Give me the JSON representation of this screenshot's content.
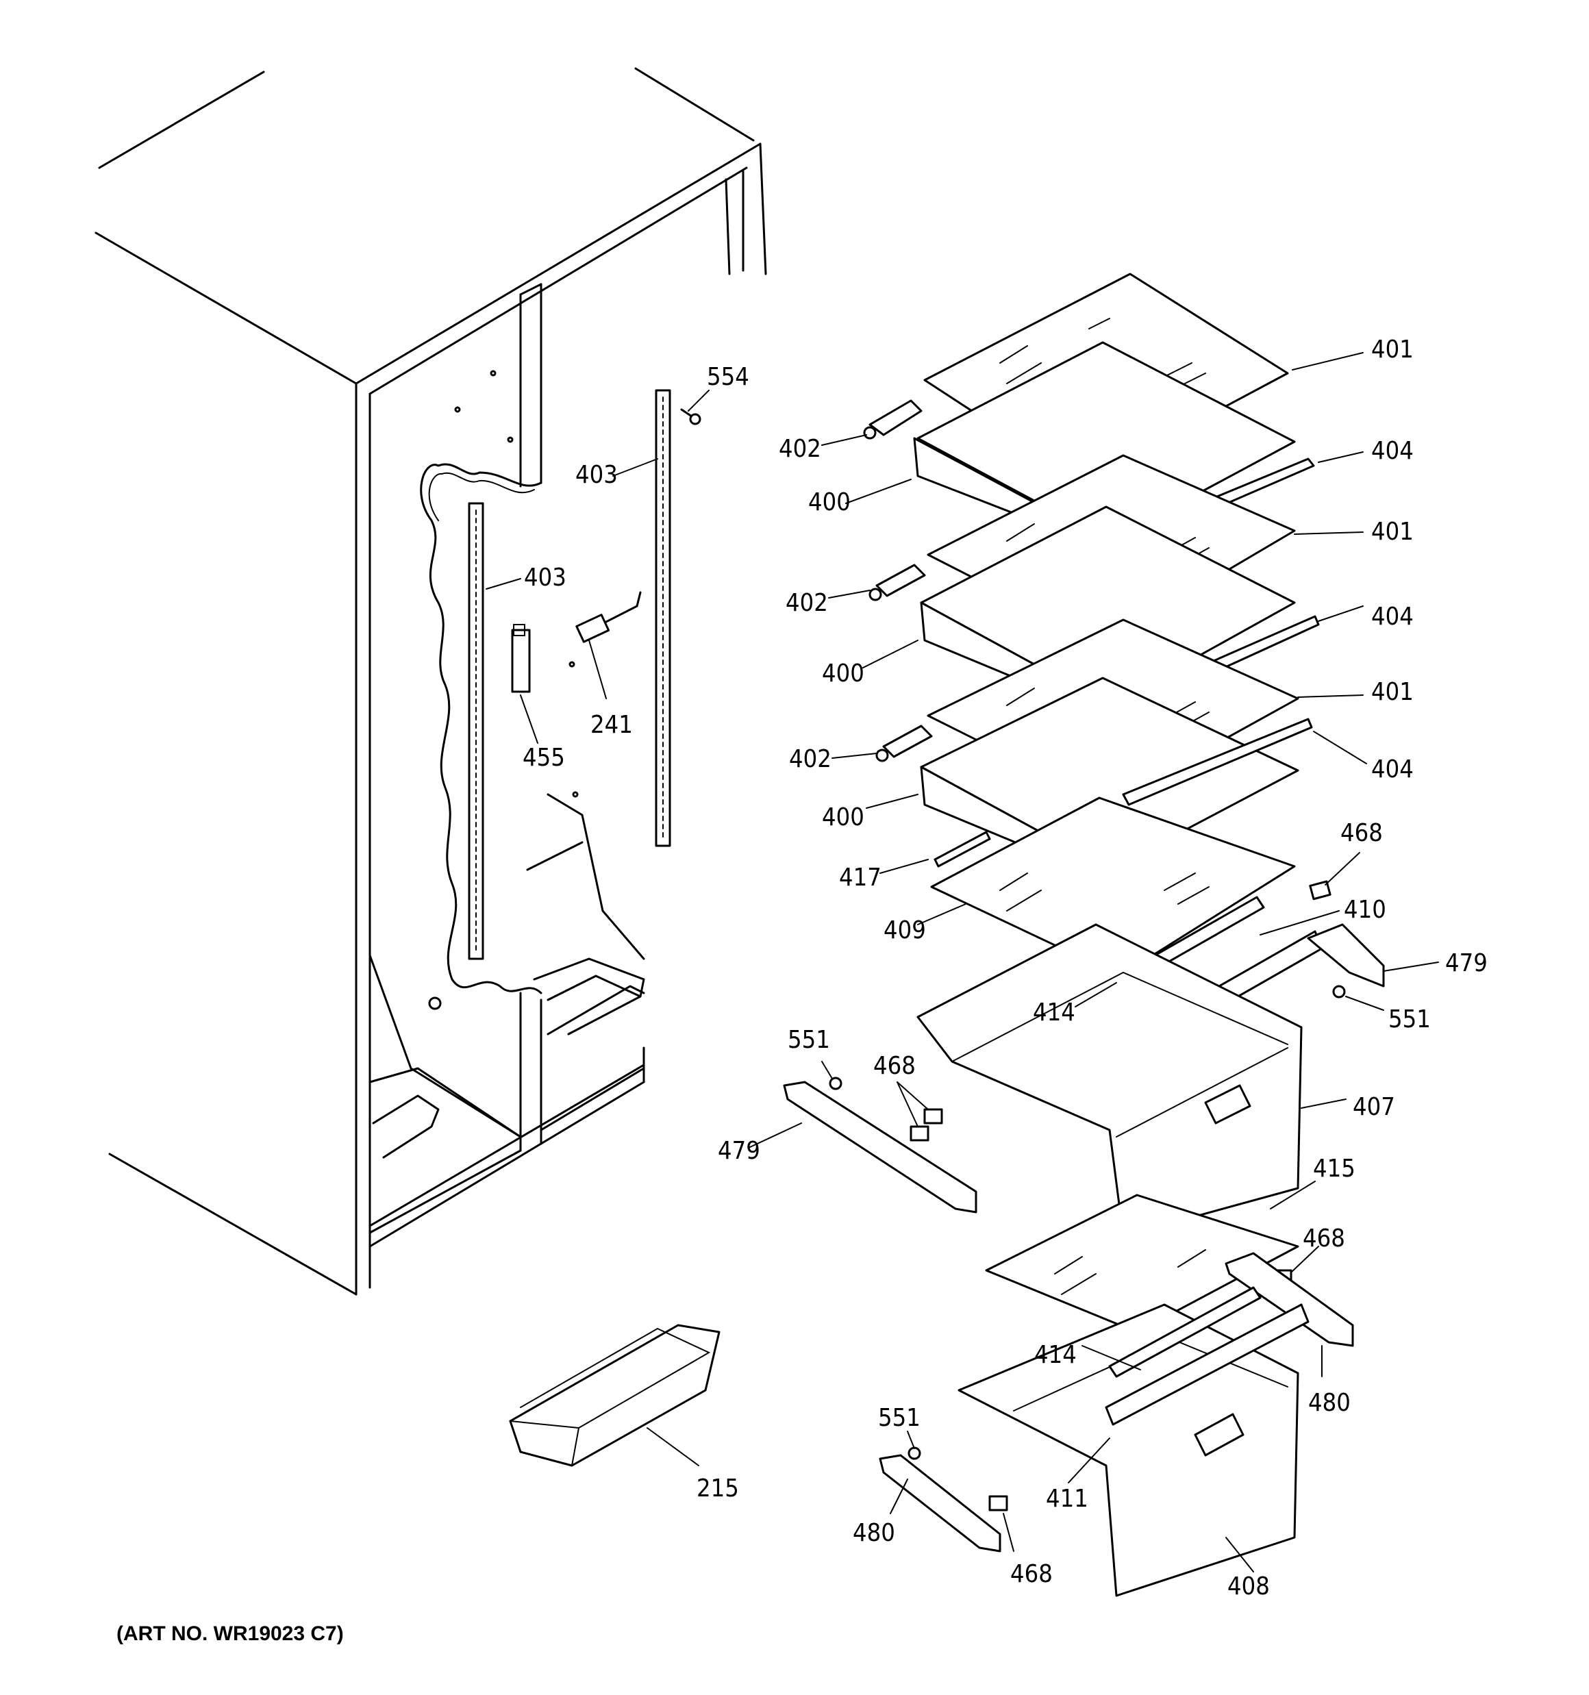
{
  "art_number": "(ART NO. WR19023 C7)",
  "callouts": [
    {
      "id": "401a",
      "text": "401"
    },
    {
      "id": "402a",
      "text": "402"
    },
    {
      "id": "400a",
      "text": "400"
    },
    {
      "id": "404a",
      "text": "404"
    },
    {
      "id": "401b",
      "text": "401"
    },
    {
      "id": "402b",
      "text": "402"
    },
    {
      "id": "400b",
      "text": "400"
    },
    {
      "id": "404b",
      "text": "404"
    },
    {
      "id": "401c",
      "text": "401"
    },
    {
      "id": "402c",
      "text": "402"
    },
    {
      "id": "404c",
      "text": "404"
    },
    {
      "id": "400c",
      "text": "400"
    },
    {
      "id": "468a",
      "text": "468"
    },
    {
      "id": "417",
      "text": "417"
    },
    {
      "id": "410",
      "text": "410"
    },
    {
      "id": "409",
      "text": "409"
    },
    {
      "id": "479a",
      "text": "479"
    },
    {
      "id": "414a",
      "text": "414"
    },
    {
      "id": "551a",
      "text": "551"
    },
    {
      "id": "551b",
      "text": "551"
    },
    {
      "id": "468b",
      "text": "468"
    },
    {
      "id": "407",
      "text": "407"
    },
    {
      "id": "479b",
      "text": "479"
    },
    {
      "id": "415",
      "text": "415"
    },
    {
      "id": "468c",
      "text": "468"
    },
    {
      "id": "414b",
      "text": "414"
    },
    {
      "id": "480a",
      "text": "480"
    },
    {
      "id": "551c",
      "text": "551"
    },
    {
      "id": "411",
      "text": "411"
    },
    {
      "id": "215",
      "text": "215"
    },
    {
      "id": "480b",
      "text": "480"
    },
    {
      "id": "468d",
      "text": "468"
    },
    {
      "id": "408",
      "text": "408"
    },
    {
      "id": "554",
      "text": "554"
    },
    {
      "id": "403a",
      "text": "403"
    },
    {
      "id": "403b",
      "text": "403"
    },
    {
      "id": "455",
      "text": "455"
    },
    {
      "id": "241",
      "text": "241"
    }
  ]
}
